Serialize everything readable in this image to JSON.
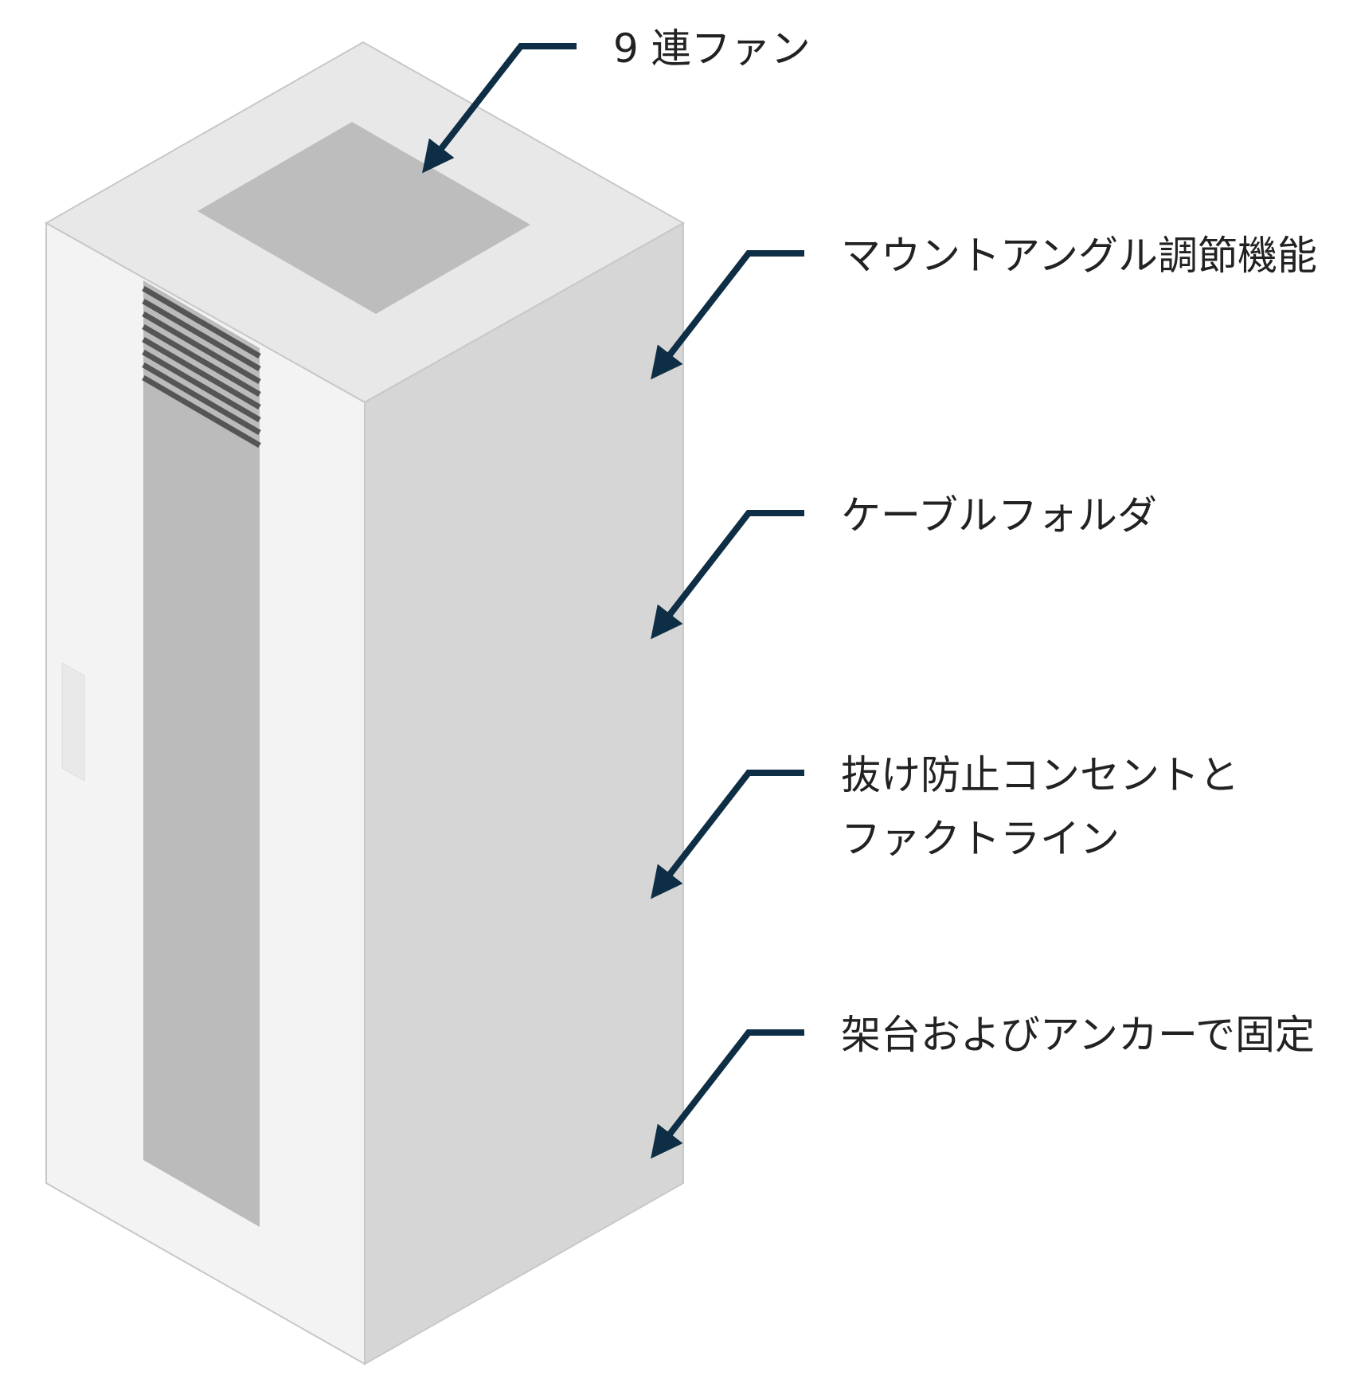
{
  "diagram": {
    "subject": "server-rack-cabinet",
    "callouts": [
      {
        "id": "fan",
        "lines": [
          "9 連ファン"
        ]
      },
      {
        "id": "mount-angle",
        "lines": [
          "マウントアングル調節機能"
        ]
      },
      {
        "id": "cable-holder",
        "lines": [
          "ケーブルフォルダ"
        ]
      },
      {
        "id": "outlet",
        "lines": [
          "抜け防止コンセントと",
          "ファクトライン"
        ]
      },
      {
        "id": "anchor",
        "lines": [
          "架台およびアンカーで固定"
        ]
      }
    ],
    "colors": {
      "arrow": "#0e2e45",
      "text": "#222222",
      "top_face": "#e8e8e8",
      "fan_panel": "#bdbdbd",
      "front_face": "#f3f3f3",
      "side_face": "#d6d6d6",
      "window": "#bbbbbb",
      "vent": "#555555",
      "handle": "#e9e9e9",
      "edge": "#c8c8c8"
    }
  }
}
